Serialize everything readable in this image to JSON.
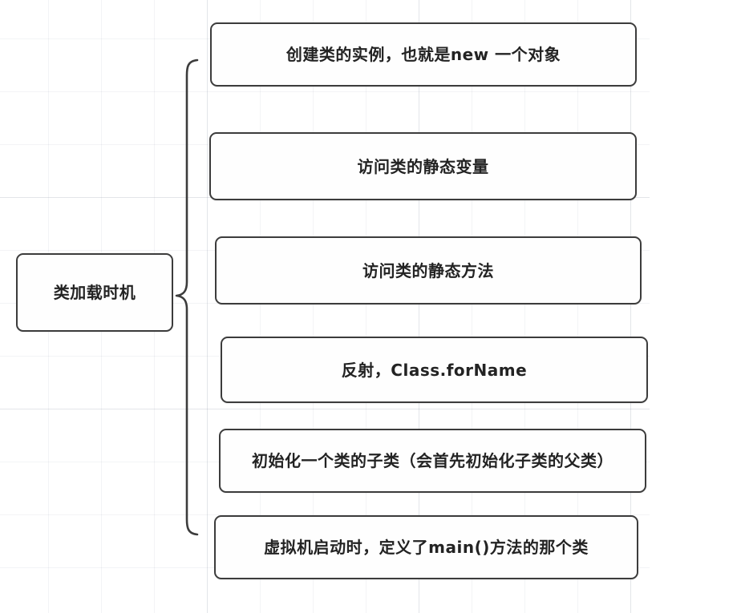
{
  "diagram": {
    "type": "mind-map",
    "title": "类加载时机",
    "root": {
      "label": "类加载时机"
    },
    "branches": [
      {
        "label": "创建类的实例，也就是new 一个对象"
      },
      {
        "label": "访问类的静态变量"
      },
      {
        "label": "访问类的静态方法"
      },
      {
        "label": "反射，Class.forName"
      },
      {
        "label": "初始化一个类的子类（会首先初始化子类的父类）"
      },
      {
        "label": "虚拟机启动时，定义了main()方法的那个类"
      }
    ],
    "colors": {
      "node_border": "#3c3c3c",
      "node_fill": "#fefefe",
      "text": "#232323",
      "grid_line": "#dfe3ea",
      "connector": "#3c3c3c",
      "background": "#ffffff"
    }
  }
}
